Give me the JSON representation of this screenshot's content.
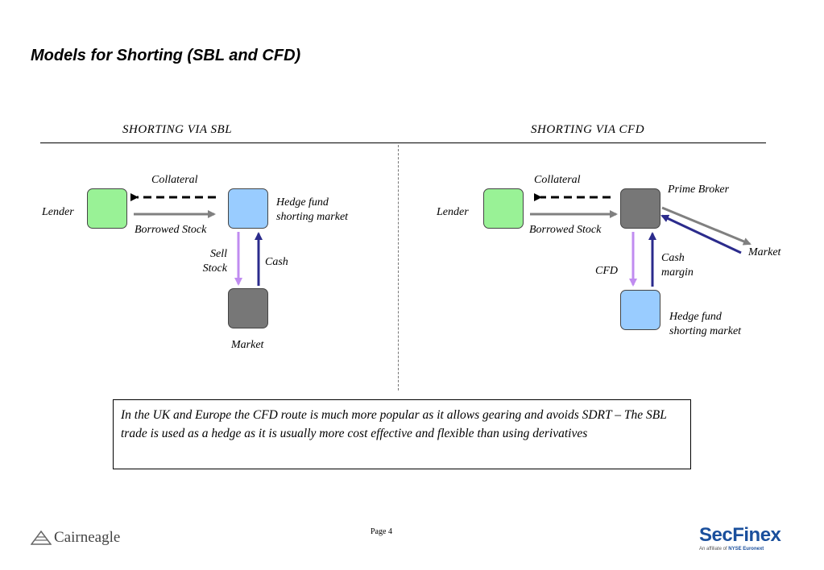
{
  "title": "Models for Shorting (SBL and CFD)",
  "sbl": {
    "heading": "SHORTING VIA SBL",
    "lender": "Lender",
    "collateral": "Collateral",
    "borrowed_stock": "Borrowed Stock",
    "hedge_fund_line1": "Hedge fund",
    "hedge_fund_line2": "shorting market",
    "sell_line1": "Sell",
    "sell_line2": "Stock",
    "cash": "Cash",
    "market": "Market"
  },
  "cfd": {
    "heading": "SHORTING VIA CFD",
    "lender": "Lender",
    "collateral": "Collateral",
    "borrowed_stock": "Borrowed Stock",
    "prime_broker": "Prime Broker",
    "market": "Market",
    "cfd": "CFD",
    "cash_line1": "Cash",
    "cash_line2": "margin",
    "hedge_fund_line1": "Hedge fund",
    "hedge_fund_line2": "shorting market"
  },
  "note": "In the UK and Europe the CFD route is much more popular as it allows gearing and avoids SDRT – The SBL trade is used as a hedge as it is usually more cost effective and flexible than using derivatives",
  "footer": {
    "page": "Page 4",
    "left_logo": "Cairneagle",
    "right_logo_main": "SecFinex",
    "right_logo_sub_prefix": "An affiliate of",
    "right_logo_sub_brand": "NYSE Euronext"
  },
  "colors": {
    "lender_box": "#99f296",
    "hedge_fund_box": "#99ccff",
    "broker_market_box": "#777777",
    "grey_arrow": "#808080",
    "purple_arrow": "#c08cf0",
    "navy_arrow": "#2b2b8c"
  }
}
